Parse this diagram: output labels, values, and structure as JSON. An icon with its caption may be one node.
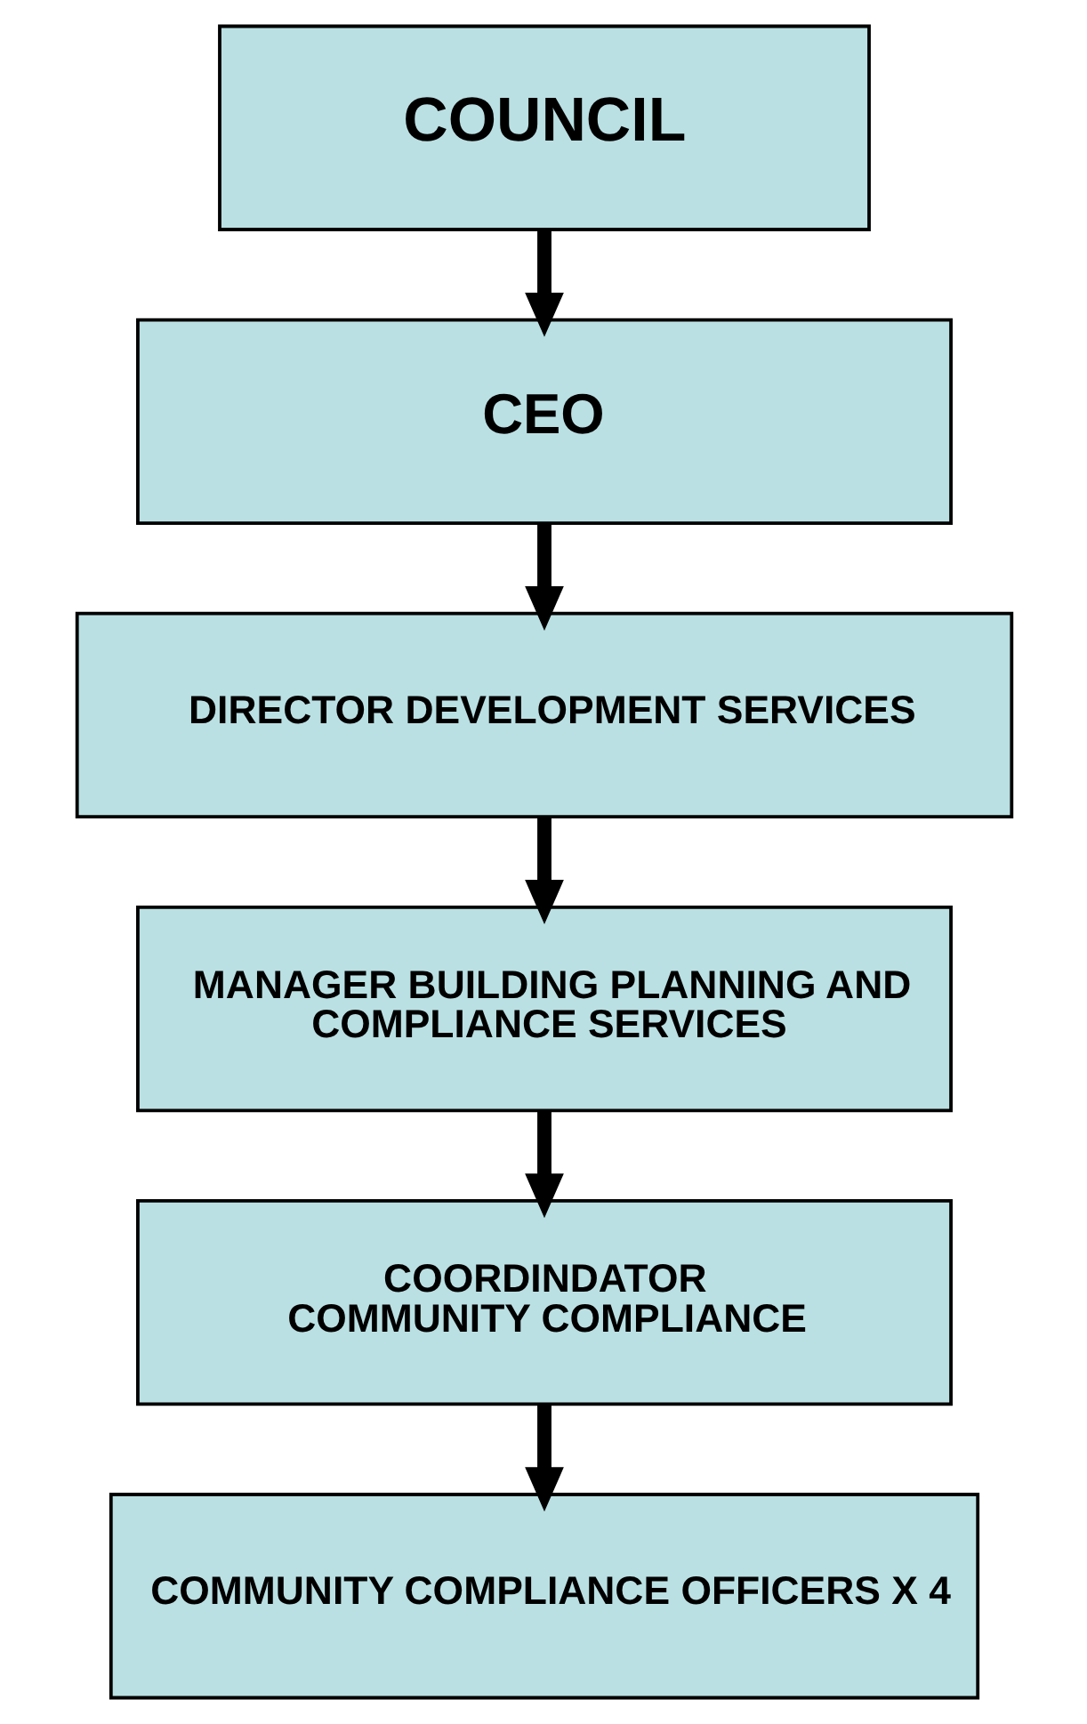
{
  "diagram": {
    "nodes": [
      {
        "text": [
          "COUNCIL"
        ]
      },
      {
        "text": [
          "CEO"
        ]
      },
      {
        "text": [
          "DIRECTOR DEVELOPMENT SERVICES"
        ]
      },
      {
        "text": [
          "MANAGER BUILDING PLANNING AND COMPLIANCE SERVICES"
        ]
      },
      {
        "text": [
          "COORDINDATOR COMMUNITY COMPLIANCE"
        ]
      },
      {
        "text": [
          "COMMUNITY COMPLIANCE OFFICERS X 4"
        ]
      }
    ],
    "edges": [
      {
        "from": 0,
        "to": 1,
        "arrow": "to"
      },
      {
        "from": 1,
        "to": 2,
        "arrow": "to"
      },
      {
        "from": 2,
        "to": 3,
        "arrow": "to"
      },
      {
        "from": 3,
        "to": 4,
        "arrow": "to"
      },
      {
        "from": 4,
        "to": 5,
        "arrow": "to"
      }
    ]
  }
}
